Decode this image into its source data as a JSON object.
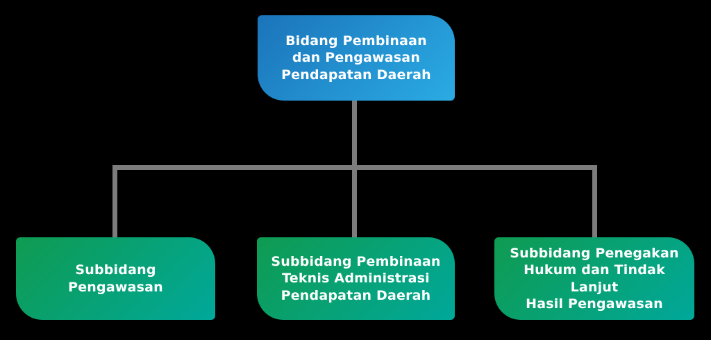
{
  "colors": {
    "background": "#000000",
    "connector": "#7c7c7c",
    "parent_gradient_from": "#1b74ba",
    "parent_gradient_to": "#2aabe3",
    "child_gradient_from": "#0f9b51",
    "child_gradient_to": "#00a89a",
    "text": "#ffffff"
  },
  "org_chart": {
    "type": "organization-chart",
    "root": {
      "label": "Bidang Pembinaan\ndan Pengawasan\nPendapatan Daerah"
    },
    "children": [
      {
        "label": "Subbidang\nPengawasan"
      },
      {
        "label": "Subbidang Pembinaan\nTeknis Administrasi\nPendapatan Daerah"
      },
      {
        "label": "Subbidang Penegakan\nHukum dan Tindak Lanjut\nHasil Pengawasan"
      }
    ]
  }
}
